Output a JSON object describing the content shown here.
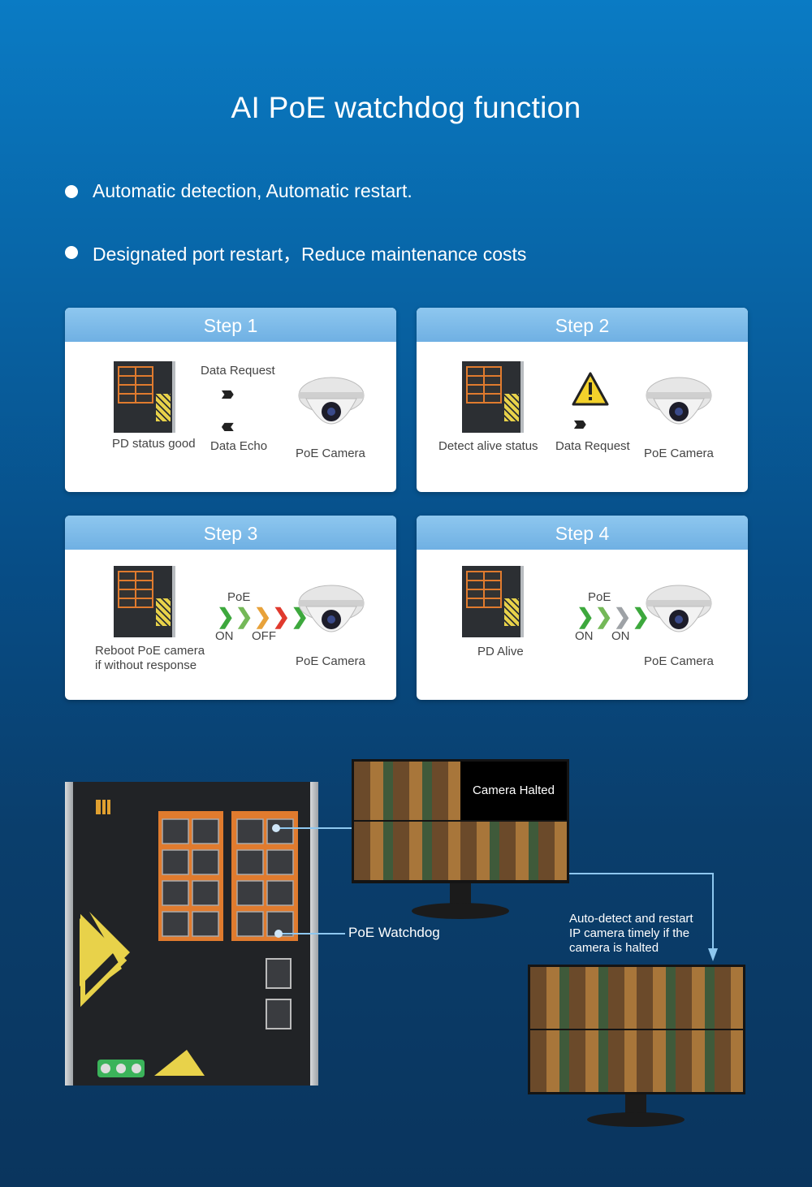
{
  "title": "AI PoE watchdog function",
  "bullets": [
    "Automatic detection, Automatic restart.",
    "Designated port restart，Reduce maintenance costs"
  ],
  "steps": [
    {
      "header": "Step 1",
      "labels": {
        "switch": "PD status good",
        "top": "Data Request",
        "bottom": "Data Echo",
        "camera": "PoE Camera"
      }
    },
    {
      "header": "Step 2",
      "labels": {
        "switch": "Detect alive status",
        "middle": "Data Request",
        "camera": "PoE Camera"
      }
    },
    {
      "header": "Step 3",
      "labels": {
        "switch_line1": "Reboot PoE camera",
        "switch_line2": "if without response",
        "poe": "PoE",
        "on": "ON",
        "off": "OFF",
        "camera": "PoE Camera"
      }
    },
    {
      "header": "Step 4",
      "labels": {
        "switch": "PD Alive",
        "poe": "PoE",
        "on1": "ON",
        "on2": "ON",
        "camera": "PoE Camera"
      }
    }
  ],
  "bottom": {
    "camera_halted": "Camera Halted",
    "poe_watchdog": "PoE Watchdog",
    "auto_detect_line1": "Auto-detect and restart",
    "auto_detect_line2": "IP camera timely if the",
    "auto_detect_line3": "camera is halted"
  },
  "colors": {
    "accent": "#6fb0e3",
    "orange": "#e07b2e",
    "green": "#3da83d",
    "red": "#e03a2e"
  }
}
